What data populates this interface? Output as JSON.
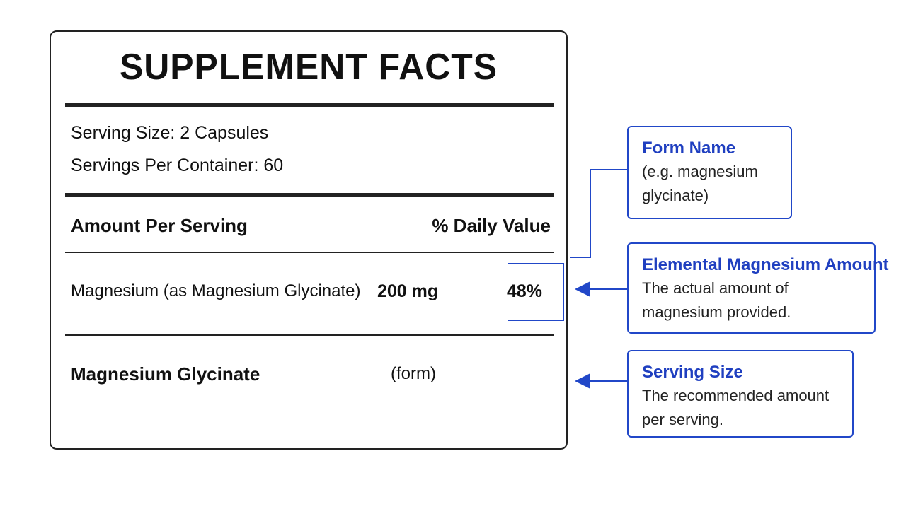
{
  "label": {
    "title": "SUPPLEMENT FACTS",
    "serving_size": "Serving Size: 2 Capsules",
    "servings_per_container": "Servings Per Container: 60",
    "amount_header": "Amount Per Serving",
    "dv_header": "% Daily Value",
    "nutrient_name": "Magnesium (as Magnesium Glycinate)",
    "nutrient_amount": "200 mg",
    "nutrient_dv": "48%",
    "form_name": "Magnesium Glycinate",
    "form_note": "(form)"
  },
  "callouts": [
    {
      "title": "Form Name",
      "desc": "(e.g. magnesium glycinate)"
    },
    {
      "title": "Elemental Magnesium Amount",
      "desc": "The actual amount of magnesium provided."
    },
    {
      "title": "Serving Size",
      "desc": "The recommended amount per serving."
    }
  ],
  "colors": {
    "accent": "#1f3fc0",
    "border": "#222222"
  }
}
